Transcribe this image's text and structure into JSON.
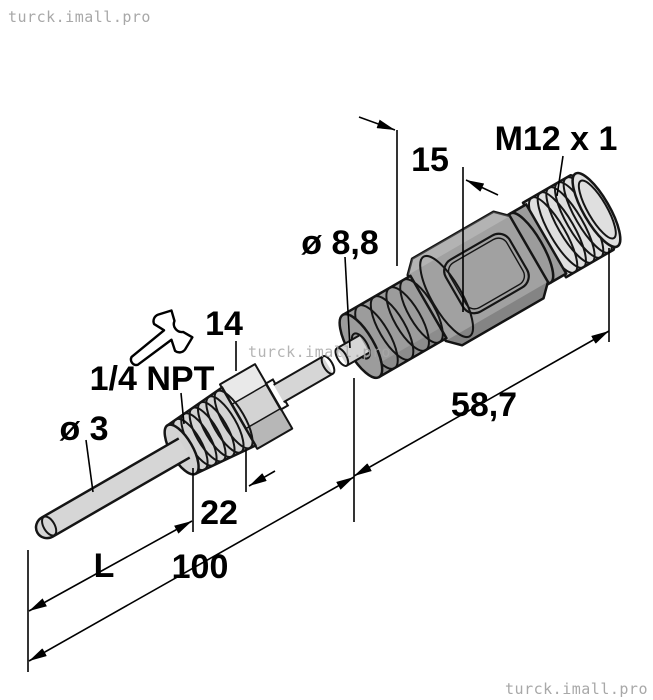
{
  "watermarks": {
    "top_left": "turck.imall.pro",
    "center": "turck.imall.pro",
    "bottom_right": "turck.imall.pro"
  },
  "labels": {
    "connector_thread": "M12 x 1",
    "connector_hex": "15",
    "sleeve_diameter": "ø 8,8",
    "probe_diameter": "ø 3",
    "process_thread": "1/4 NPT",
    "wrench_size": "14",
    "connector_length": "58,7",
    "thread_length": "22",
    "immersion_length": "L",
    "probe_length": "100"
  },
  "icons": {
    "wrench": "wrench-icon"
  },
  "colors": {
    "outline": "#151515",
    "body_gray": "#a1a1a1",
    "sleeve_gray": "#9c9c9c",
    "light_metal": "#d3d3d3",
    "stem_gray": "#d6d6d6",
    "thread_light": "#dfdfdf",
    "chamfer_gray": "#cfcfcf",
    "face_dark": "#8f8f8f",
    "hex_top": "#e9e9e9",
    "hex_bottom": "#b7b7b7",
    "watermark": "#a8a8a8"
  }
}
